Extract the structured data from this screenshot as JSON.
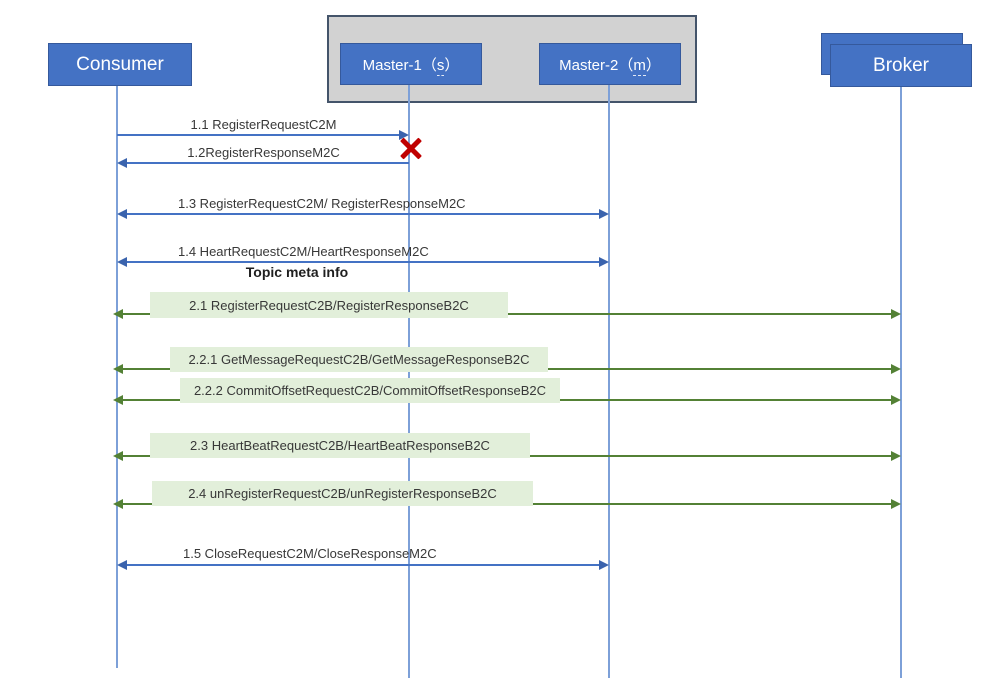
{
  "diagram": {
    "type": "sequence-diagram",
    "colors": {
      "actor_fill": "#4472c4",
      "actor_border": "#35599c",
      "group_fill": "#d2d2d2",
      "group_border": "#44546a",
      "lifeline": "#7da0d8",
      "blue_arrow": "#4472c4",
      "green_arrow": "#538135",
      "green_label_bg": "#e2efda",
      "failure_x": "#c00000",
      "text": "#383838"
    }
  },
  "actors": {
    "consumer": {
      "label": "Consumer"
    },
    "master1": {
      "label_pre": "Master-1（",
      "label_u": "s",
      "label_post": "）"
    },
    "master2": {
      "label_pre": "Master-2（",
      "label_u": "m",
      "label_post": "）"
    },
    "broker": {
      "label": "Broker"
    }
  },
  "messages": {
    "m11": "1.1 RegisterRequestC2M",
    "m12": "1.2RegisterResponseM2C",
    "m13": "1.3 RegisterRequestC2M/ RegisterResponseM2C",
    "m14": "1.4 HeartRequestC2M/HeartResponseM2C",
    "topic_meta": "Topic meta info",
    "m21": "2.1 RegisterRequestC2B/RegisterResponseB2C",
    "m221": "2.2.1 GetMessageRequestC2B/GetMessageResponseB2C",
    "m222": "2.2.2 CommitOffsetRequestC2B/CommitOffsetResponseB2C",
    "m23": "2.3 HeartBeatRequestC2B/HeartBeatResponseB2C",
    "m24": "2.4 unRegisterRequestC2B/unRegisterResponseB2C",
    "m15": "1.5 CloseRequestC2M/CloseResponseM2C"
  }
}
